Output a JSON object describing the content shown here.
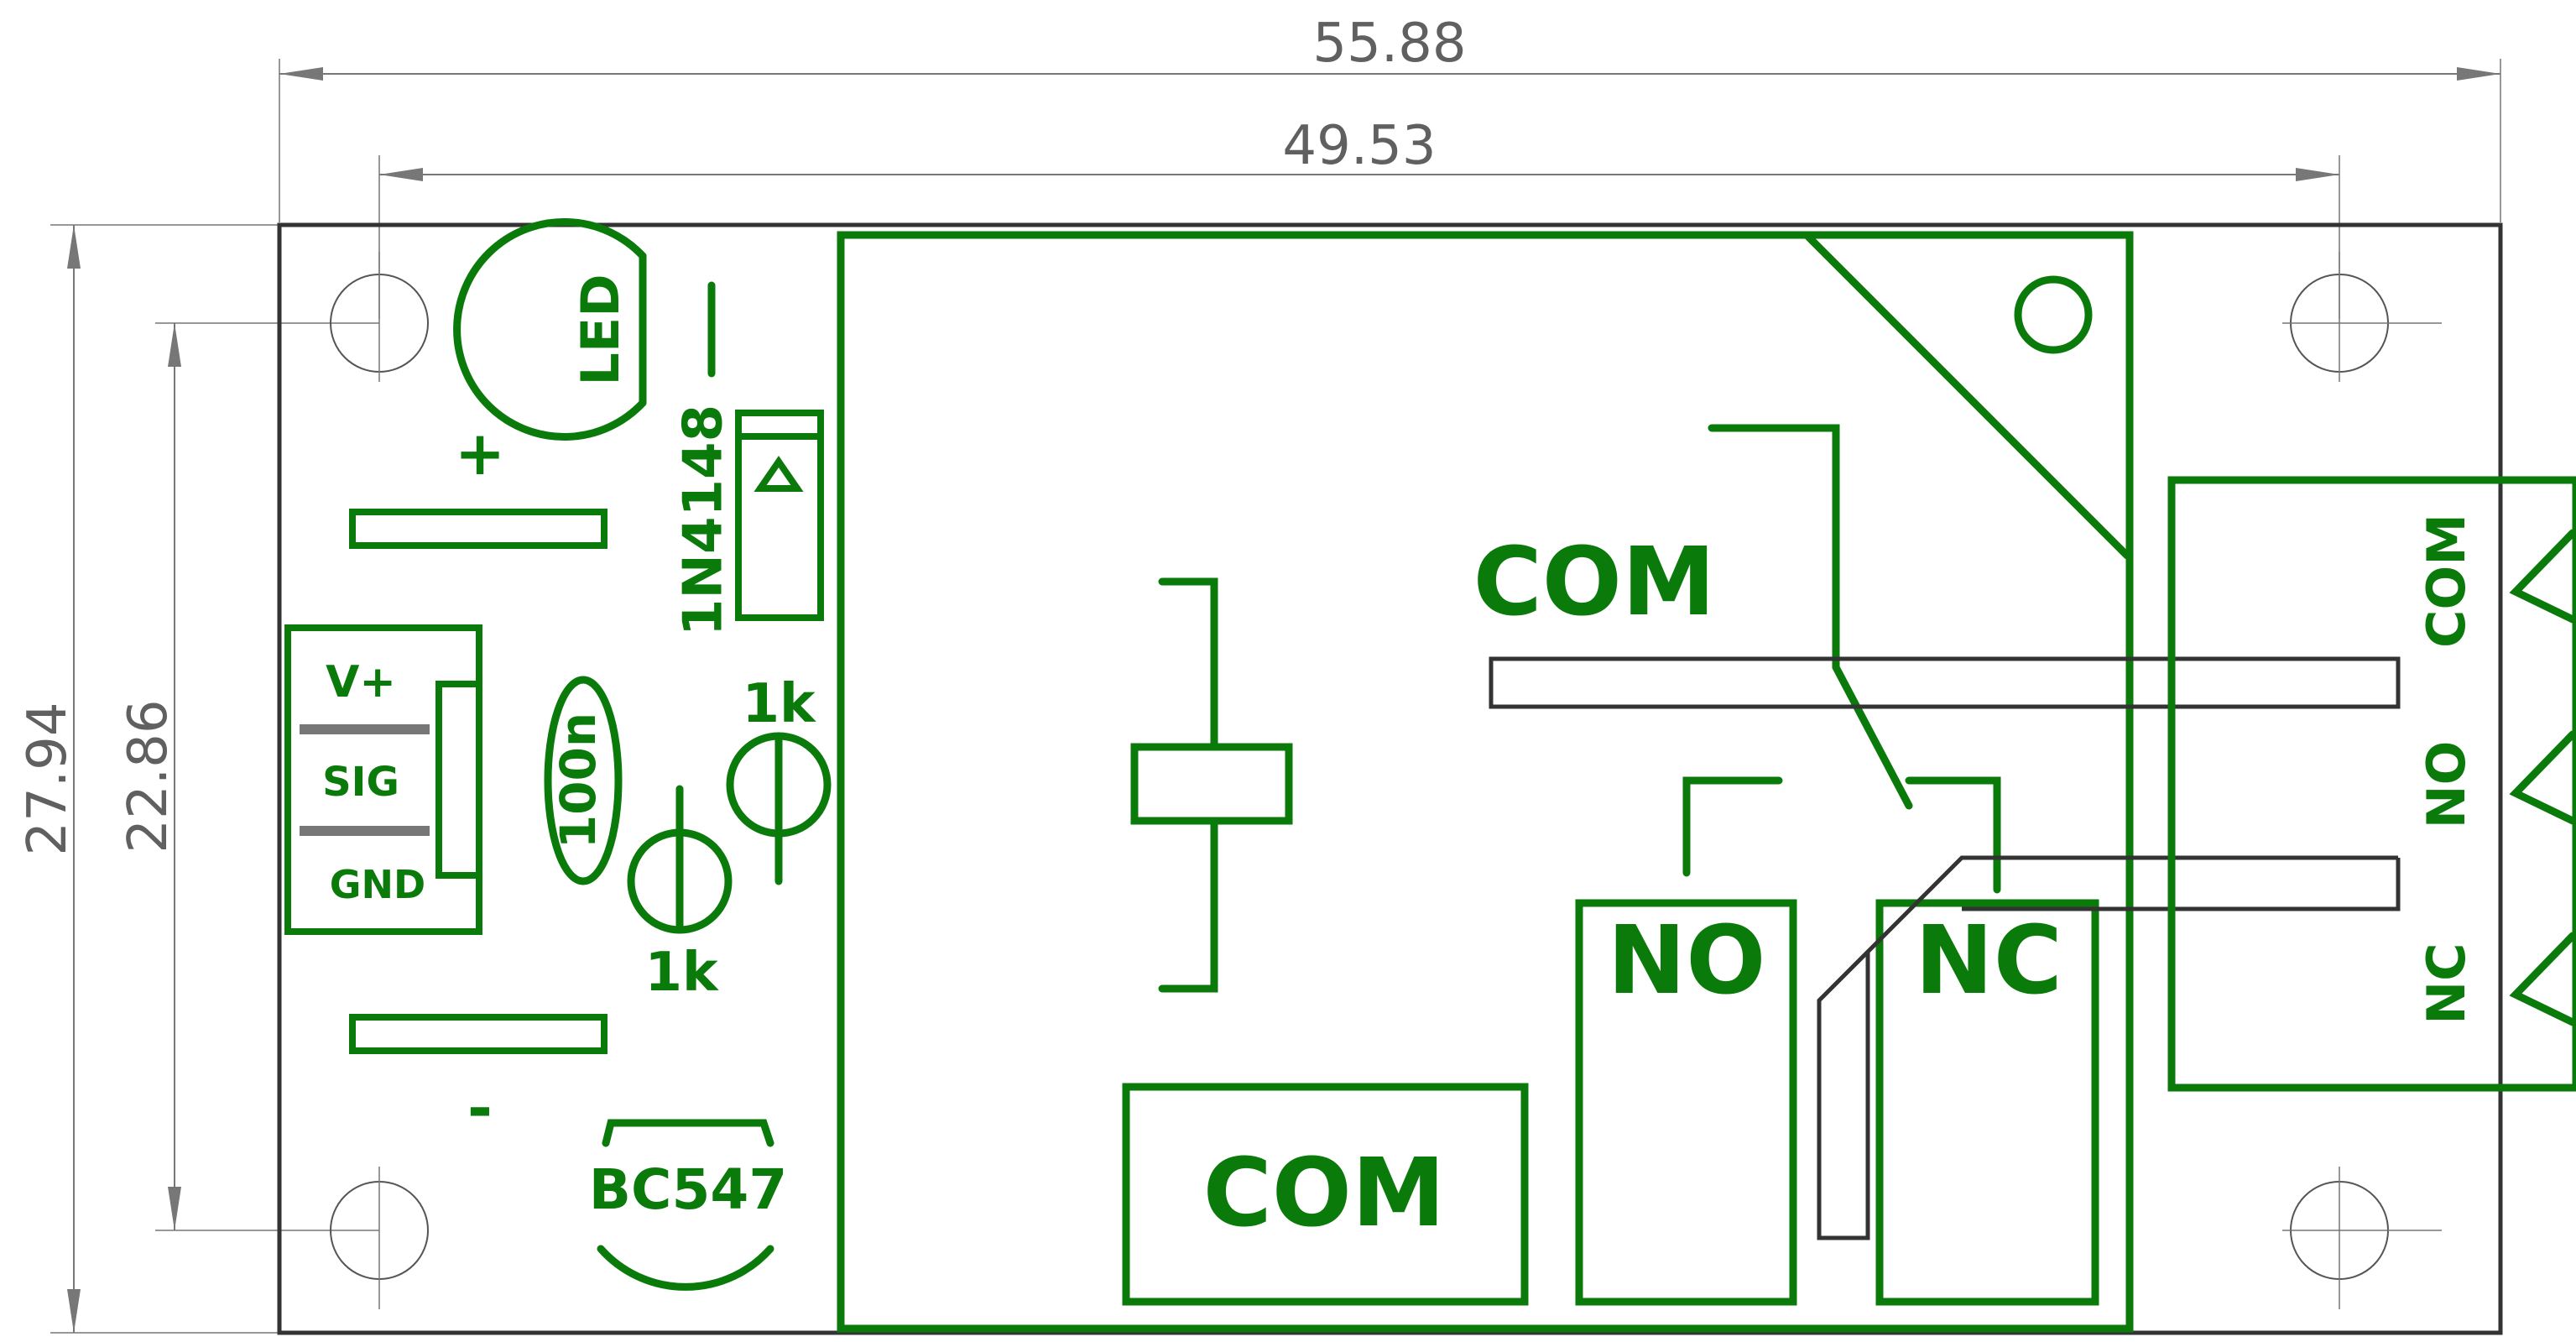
{
  "dimensions": {
    "outer_width": "55.88",
    "hole_spacing_x": "49.53",
    "outer_height": "27.94",
    "hole_spacing_y": "22.86"
  },
  "labels": {
    "led": "LED",
    "diode": "1N4148",
    "plus": "+",
    "minus": "-",
    "vplus": "V+",
    "sig": "SIG",
    "gnd": "GND",
    "capacitor": "100n",
    "resistor1": "1k",
    "resistor2": "1k",
    "transistor": "BC547",
    "relay_com": "COM",
    "pad_com": "COM",
    "pad_no": "NO",
    "pad_nc": "NC",
    "terminal_com": "COM",
    "terminal_no": "NO",
    "terminal_nc": "NC"
  },
  "colors": {
    "silkscreen": "#0a7a0a",
    "outline": "#333333",
    "dimension": "#606060"
  }
}
